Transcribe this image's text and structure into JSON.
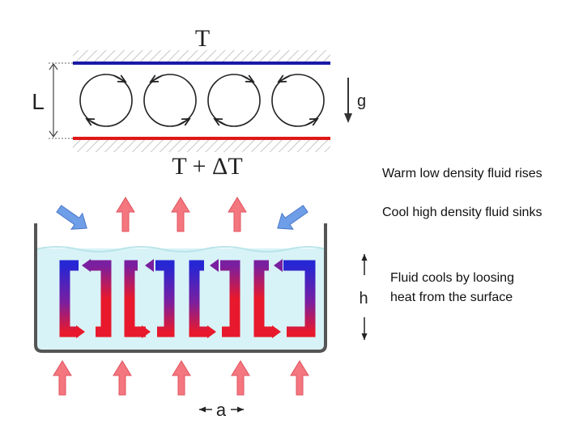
{
  "top_diagram": {
    "top_temperature_label": "T",
    "bottom_temperature_label": "T + ΔT",
    "layer_height_label": "L",
    "gravity_label": "g",
    "roll_count": 4,
    "colors": {
      "cold_plate": "#1a1aa6",
      "hot_plate": "#e01818",
      "hatch": "#b8b8b8",
      "roll": "#222222"
    }
  },
  "bottom_diagram": {
    "depth_label": "h",
    "cell_width_label": "a",
    "cell_count": 4,
    "colors": {
      "fluid": "#d8f3f7",
      "container": "#555555",
      "warm_arrow": "#f4767f",
      "cool_arrow": "#6f9ee8",
      "hot": "#e8192c",
      "cold": "#2626d4"
    }
  },
  "annotations": {
    "warm_rises": "Warm low density fluid rises",
    "cool_sinks": "Cool high density fluid sinks",
    "surface_cooling_line1": "Fluid cools  by loosing",
    "surface_cooling_line2": "heat from the surface"
  }
}
